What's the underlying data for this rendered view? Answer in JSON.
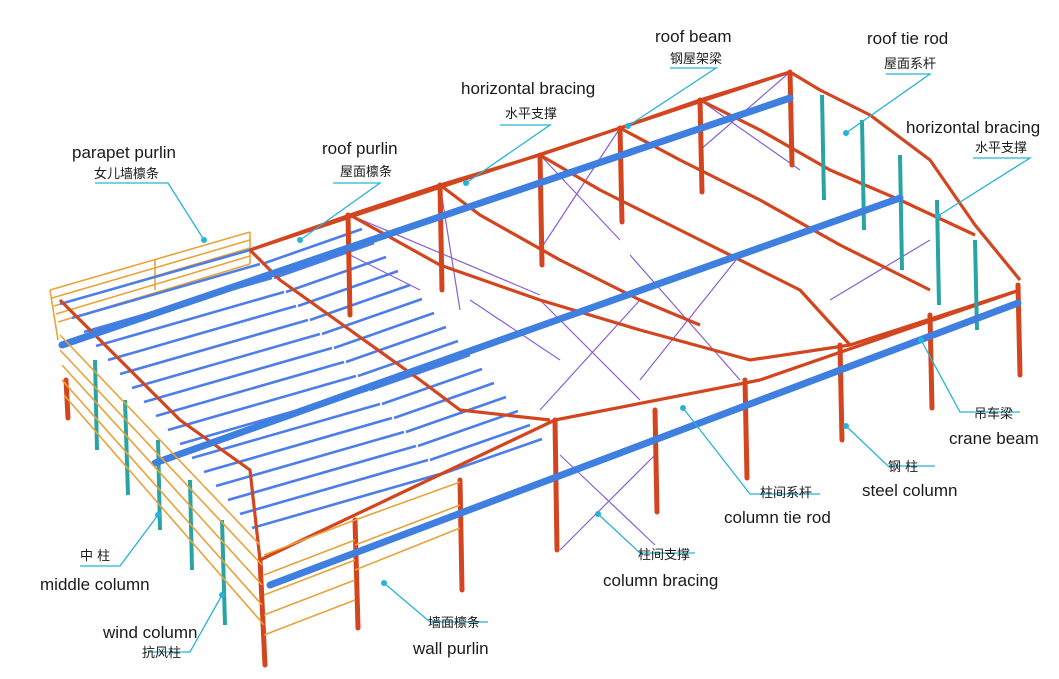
{
  "labels": {
    "parapet_purlin": {
      "en": "parapet purlin",
      "zh": "女儿墙檩条"
    },
    "roof_purlin": {
      "en": "roof purlin",
      "zh": "屋面檩条"
    },
    "horizontal_bracing_top": {
      "en": "horizontal bracing",
      "zh": "水平支撑"
    },
    "roof_beam": {
      "en": "roof beam",
      "zh": "钢屋架梁"
    },
    "roof_tie_rod": {
      "en": "roof tie rod",
      "zh": "屋面系杆"
    },
    "horizontal_bracing_right": {
      "en": "horizontal bracing",
      "zh": "水平支撑"
    },
    "crane_beam": {
      "en": "crane beam",
      "zh": "吊车梁"
    },
    "steel_column": {
      "en": "steel column",
      "zh": "钢 柱"
    },
    "column_tie_rod": {
      "en": "column tie rod",
      "zh": "柱间系杆"
    },
    "column_bracing": {
      "en": "column bracing",
      "zh": "柱间支撑"
    },
    "wall_purlin": {
      "en": "wall purlin",
      "zh": "墙面檩条"
    },
    "middle_column": {
      "en": "middle column",
      "zh": "中 柱"
    },
    "wind_column": {
      "en": "wind column",
      "zh": "抗风柱"
    }
  },
  "colors": {
    "steel_frame": "#d2451e",
    "purlin": "#4c7de8",
    "bracing": "#8a5fd6",
    "wall_purlin": "#e8a33a",
    "tie_rod": "#2aa3a3",
    "leader": "#27b3d6"
  }
}
